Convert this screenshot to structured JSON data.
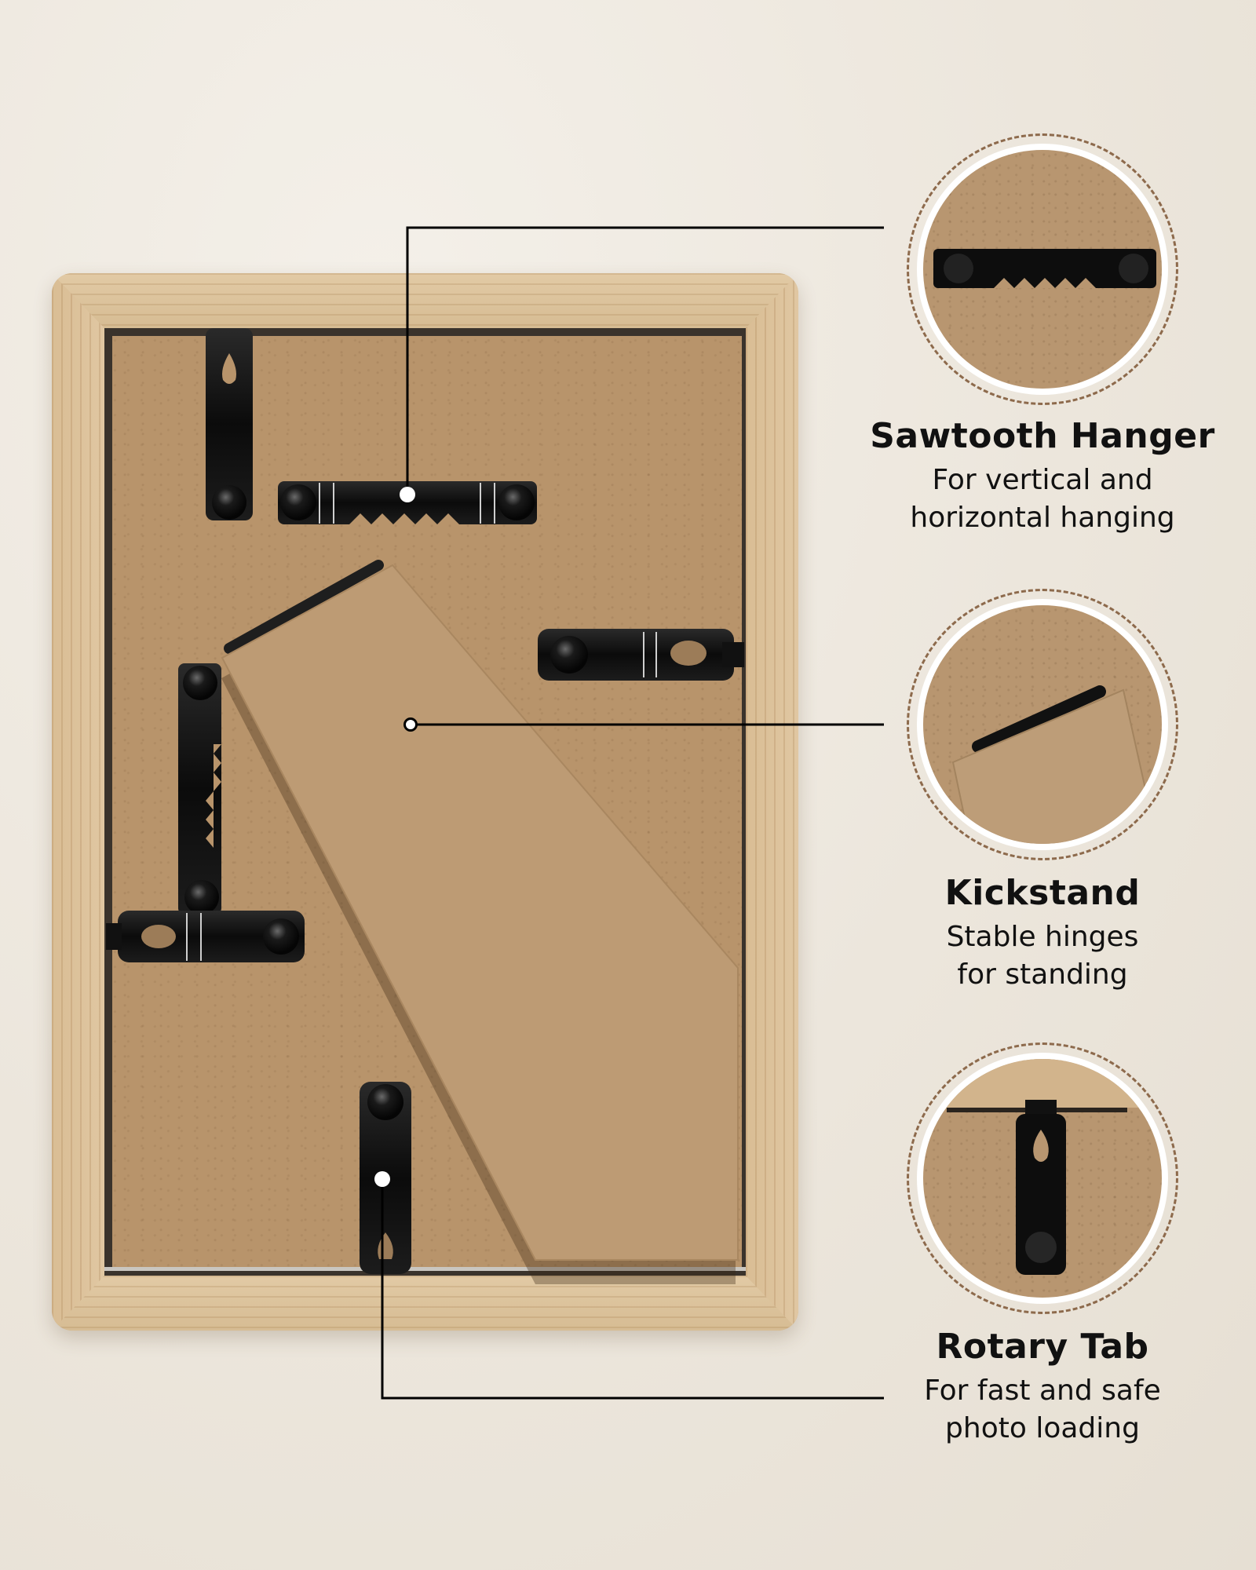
{
  "colors": {
    "background": "#ede7dd",
    "frame_wood": "#d9bf98",
    "backboard": "#b8946b",
    "hardware": "#0e0e0e",
    "callout_dash": "#8d6a4c",
    "leader_line": "#000000",
    "text": "#111111"
  },
  "callouts": [
    {
      "id": "sawtooth",
      "title": "Sawtooth Hanger",
      "desc_line1": "For vertical and",
      "desc_line2": "horizontal hanging",
      "icon": "sawtooth-hanger-icon"
    },
    {
      "id": "kickstand",
      "title": "Kickstand",
      "desc_line1": "Stable hinges",
      "desc_line2": "for standing",
      "icon": "kickstand-icon"
    },
    {
      "id": "rotary",
      "title": "Rotary Tab",
      "desc_line1": "For fast and safe",
      "desc_line2": "photo loading",
      "icon": "rotary-tab-icon"
    }
  ]
}
